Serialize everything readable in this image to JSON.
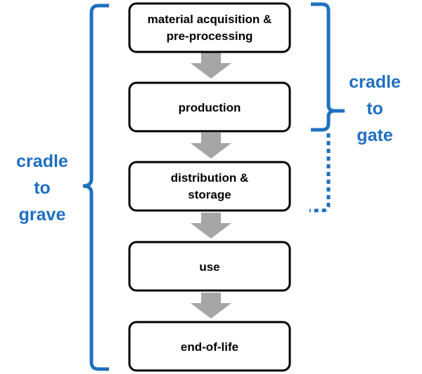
{
  "stages": [
    {
      "lines": [
        "material acquisition &",
        "pre-processing"
      ]
    },
    {
      "lines": [
        "production"
      ]
    },
    {
      "lines": [
        "distribution &",
        "storage"
      ]
    },
    {
      "lines": [
        "use"
      ]
    },
    {
      "lines": [
        "end-of-life"
      ]
    }
  ],
  "cradle_to_grave": {
    "lines": [
      "cradle",
      "to",
      "grave"
    ]
  },
  "cradle_to_gate": {
    "lines": [
      "cradle",
      "to",
      "gate"
    ]
  },
  "colors": {
    "bracket": "#1F6FC0",
    "arrow": "#A6A6A6",
    "box_border": "#000000",
    "text": "#000000"
  }
}
